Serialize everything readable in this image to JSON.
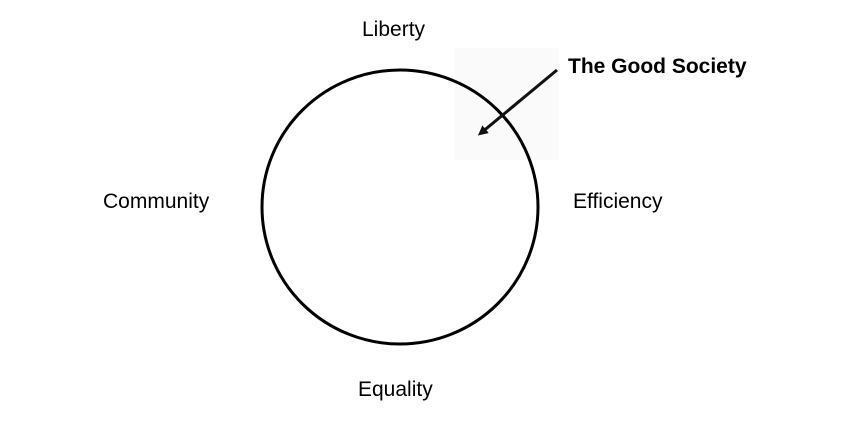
{
  "diagram": {
    "center_label": "The Good Society",
    "labels": {
      "top": "Liberty",
      "left": "Community",
      "right": "Efficiency",
      "bottom": "Equality"
    }
  }
}
